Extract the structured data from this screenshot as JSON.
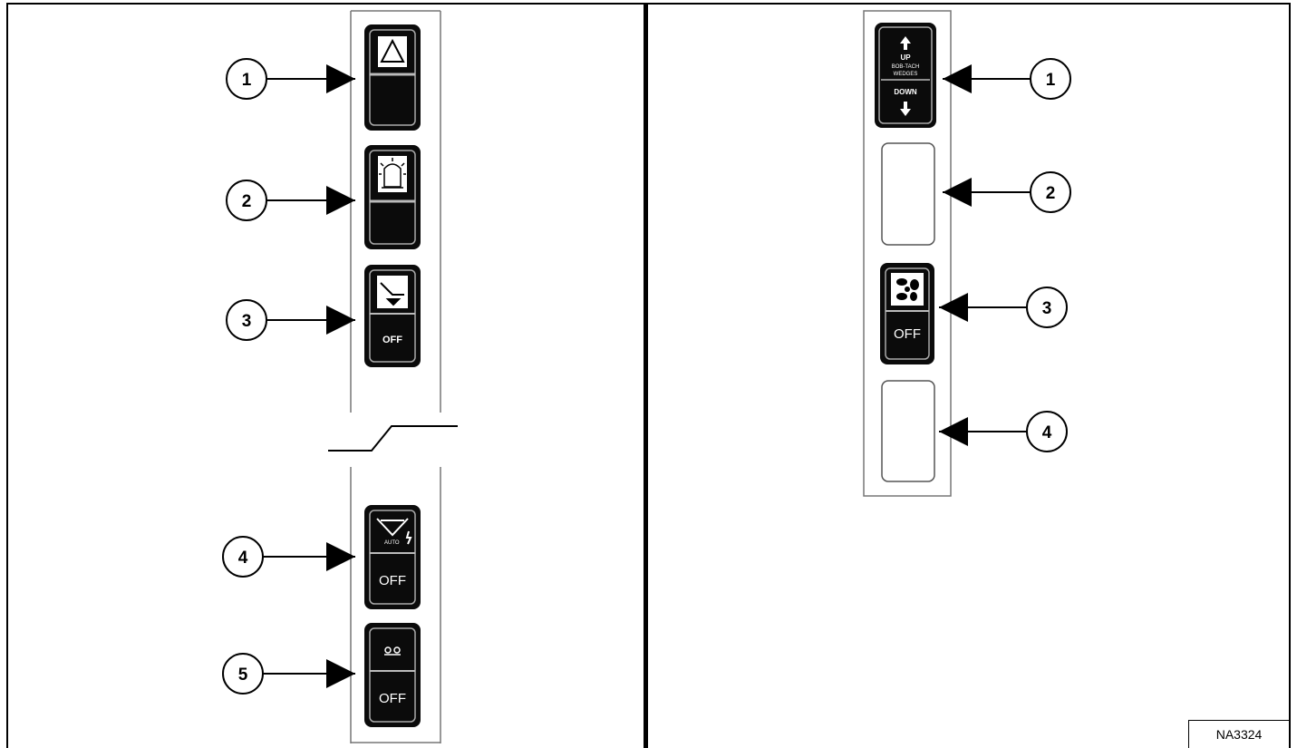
{
  "left_panel": {
    "callouts": [
      "1",
      "2",
      "3",
      "4",
      "5"
    ],
    "switches": [
      {
        "icon": "hazard-triangle-icon",
        "label": ""
      },
      {
        "icon": "beacon-light-icon",
        "label": ""
      },
      {
        "icon": "bucket-positioning-icon",
        "label": "OFF"
      },
      {
        "icon": "auto-ride-control-icon",
        "label": "OFF",
        "sub": "AUTO"
      },
      {
        "icon": "two-speed-icon",
        "label": "OFF"
      }
    ]
  },
  "right_panel": {
    "callouts": [
      "1",
      "2",
      "3",
      "4"
    ],
    "switches": [
      {
        "icon": "bob-tach-icon",
        "lines": [
          "UP",
          "BOB-TACH",
          "WEDGES",
          "DOWN"
        ]
      },
      {
        "icon": "blank-plug",
        "label": ""
      },
      {
        "icon": "fan-icon",
        "label": "OFF"
      },
      {
        "icon": "blank-plug",
        "label": ""
      }
    ]
  },
  "reference": "NA3324"
}
